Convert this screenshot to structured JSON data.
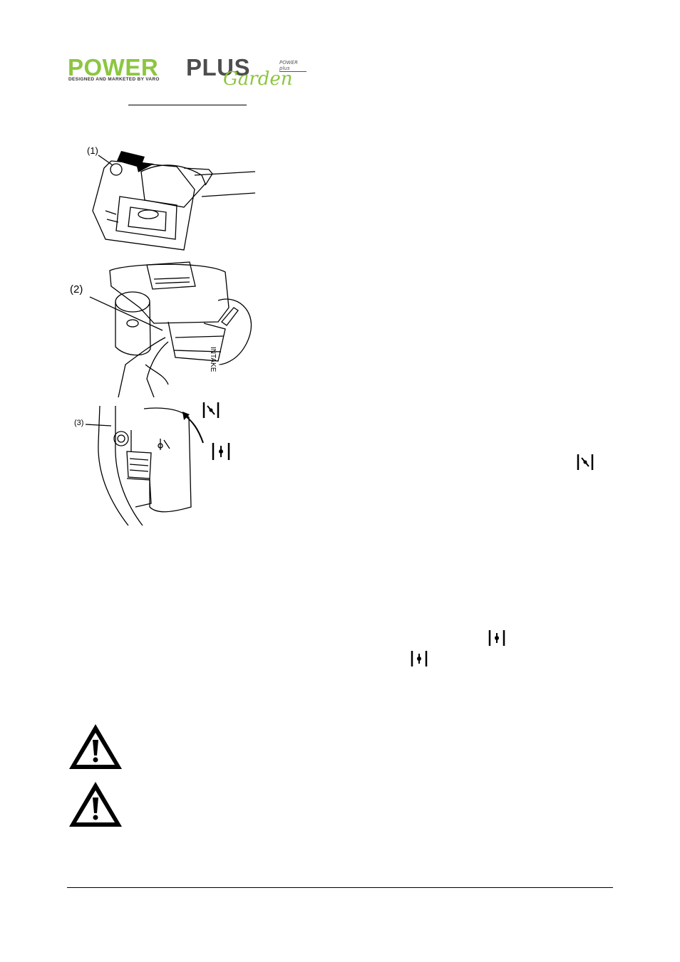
{
  "logo": {
    "brand_part1": "POWER",
    "brand_part2": "PLUS",
    "tagline": "DESIGNED AND MARKETED BY VARO",
    "subbrand": "Garden",
    "mark": "POWER plus"
  },
  "figures": {
    "label_1": "(1)",
    "label_2": "(2)",
    "label_3": "(3)",
    "intake_text": "INTAKE"
  },
  "icons": {
    "choke_closed": "choke-closed-icon",
    "choke_open": "choke-open-icon",
    "warning": "warning-triangle-icon"
  }
}
